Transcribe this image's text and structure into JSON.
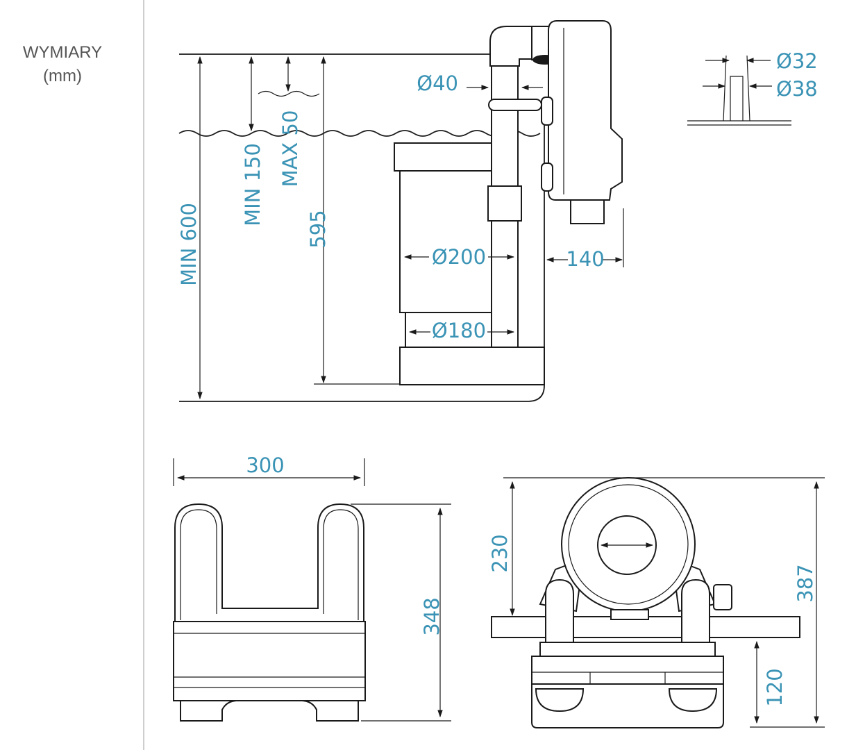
{
  "header": {
    "title": "WYMIARY",
    "unit": "(mm)"
  },
  "colors": {
    "dimension_text": "#3a93b5",
    "line": "#1a1a1a",
    "caption": "#555555"
  },
  "dimensions": {
    "min_600": "MIN 600",
    "min_150": "MIN 150",
    "max_50": "MAX 50",
    "h_595": "595",
    "d40": "Ø40",
    "d200": "Ø200",
    "d180": "Ø180",
    "w140": "140",
    "d32": "Ø32",
    "d38": "Ø38",
    "w300": "300",
    "h348": "348",
    "h230": "230",
    "h387": "387",
    "h120": "120"
  }
}
